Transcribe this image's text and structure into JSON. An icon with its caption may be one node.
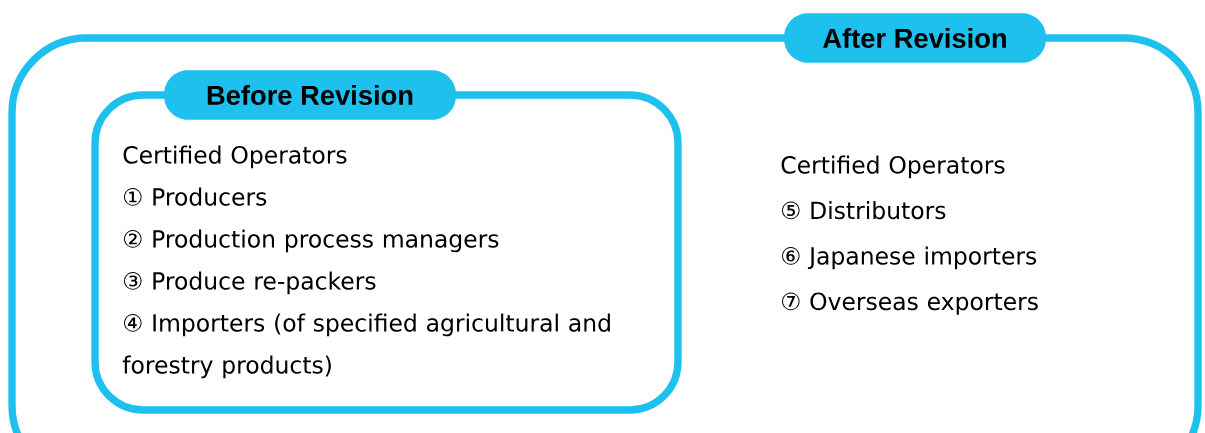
{
  "diagram": {
    "nodes": [
      {
        "text": [
          "After Revision",
          "Certified Operators",
          "⑤ Distributors",
          "⑥ Japanese importers",
          "⑦ Overseas exporters"
        ]
      },
      {
        "text": [
          "Before Revision",
          "Certified Operators",
          "① Producers",
          "② Production process managers",
          "③ Produce re-packers",
          "④ Importers (of specified agricultural and forestry products)"
        ],
        "in": 0
      }
    ]
  }
}
